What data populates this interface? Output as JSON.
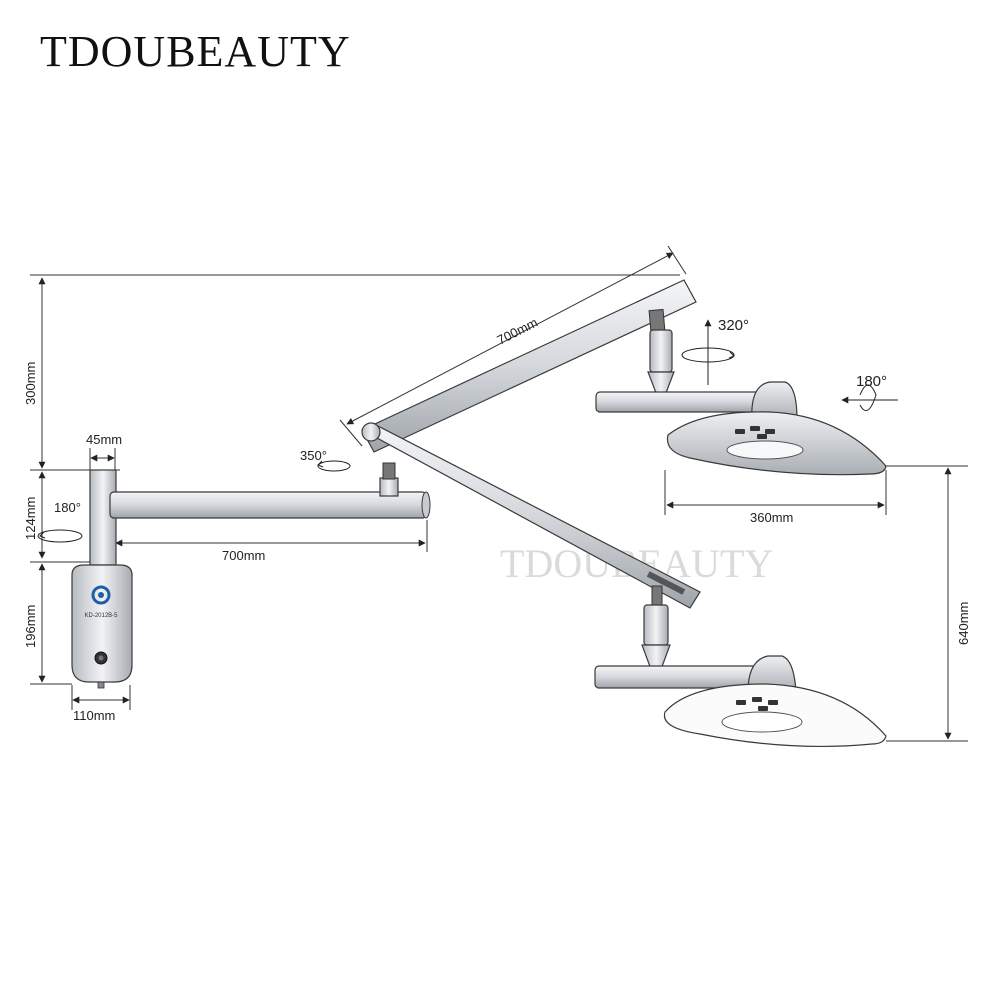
{
  "brand": {
    "name": "TDOUBEAUTY",
    "watermark": "TDOUBEAUTY"
  },
  "dimensions": {
    "arm_upper": "700mm",
    "height_top": "300mm",
    "post_width": "45mm",
    "joint_height": "124mm",
    "arm_lower": "700mm",
    "base_height": "196mm",
    "base_width": "110mm",
    "head_width": "360mm",
    "drop_height": "640mm"
  },
  "rotations": {
    "base_rotation": "180°",
    "joint_rotation": "350°",
    "head_rotation": "320°",
    "tilt_rotation": "180°"
  },
  "device": {
    "model": "KD-2012B-5"
  },
  "colors": {
    "metal": "#d9dde2",
    "outline": "#3a3a3a",
    "logo_blue": "#1f5fa8"
  }
}
